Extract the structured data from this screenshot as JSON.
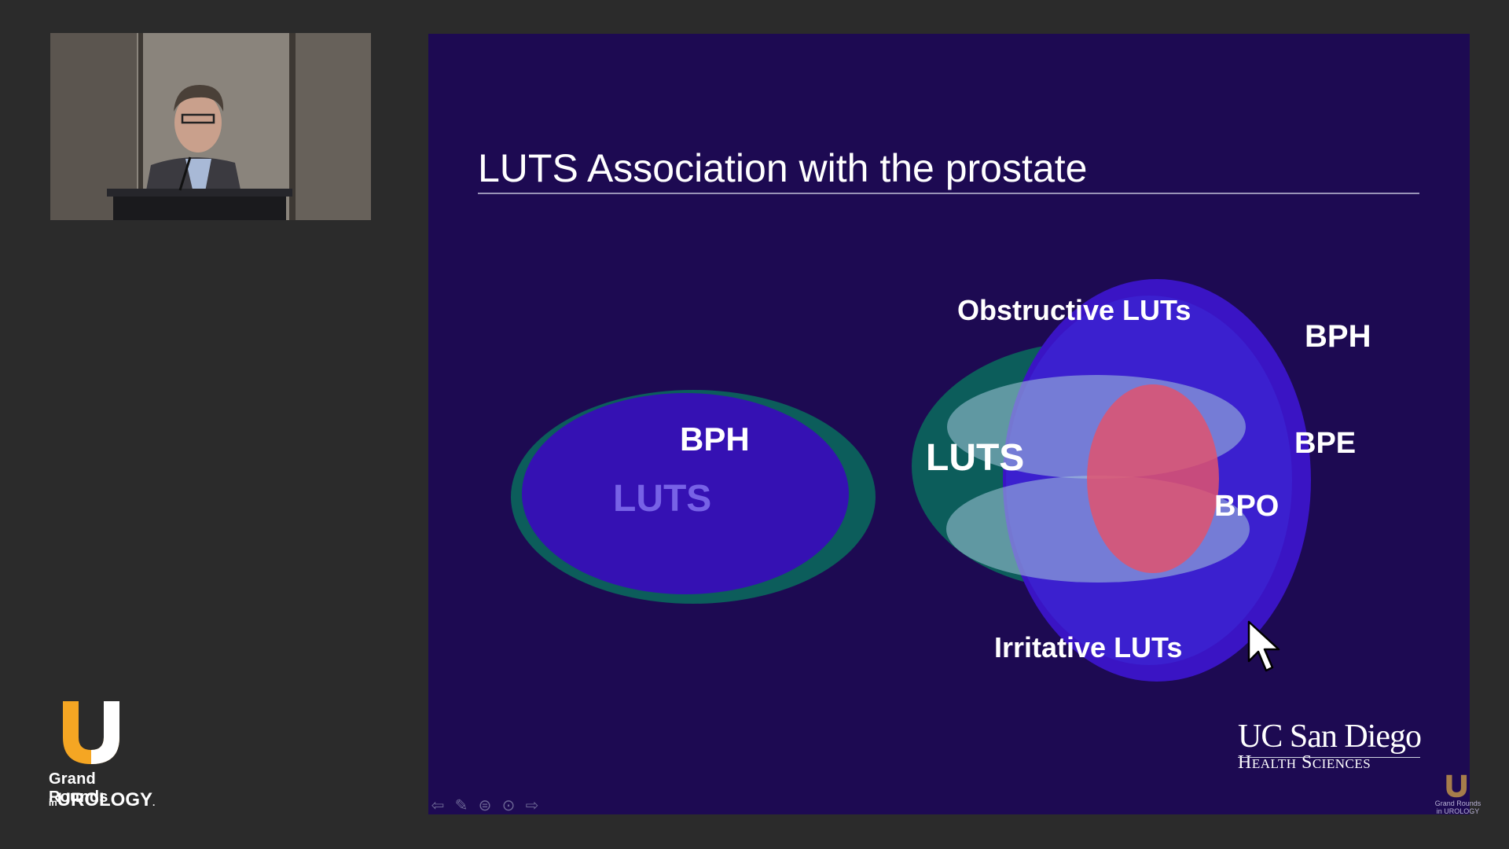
{
  "slide": {
    "title": "LUTS Association with the prostate",
    "left_diagram": {
      "outer_label": "BPH",
      "inner_label": "LUTS"
    },
    "right_diagram": {
      "top_label": "Obstructive LUTs",
      "bottom_label": "Irritative LUTs",
      "luts_label": "LUTS",
      "bph_label": "BPH",
      "bpe_label": "BPE",
      "bpo_label": "BPO"
    },
    "logo": {
      "line1": "UC San Diego",
      "line2": "Health Sciences"
    },
    "nav_icons": [
      "arrow-left-icon",
      "pen-icon",
      "menu-icon",
      "more-icon",
      "arrow-right-icon"
    ]
  },
  "branding": {
    "line1": "Grand Rounds",
    "line2_prefix": "in",
    "line2_main": "UROLOGY",
    "line2_suffix": ".",
    "watermark_text": "Grand Rounds in UROLOGY"
  },
  "colors": {
    "slide_bg": "#1d0a52",
    "teal": "#0c5d5b",
    "blue": "#3a14c4",
    "pink": "#e0536f",
    "orange": "#f5a623"
  }
}
